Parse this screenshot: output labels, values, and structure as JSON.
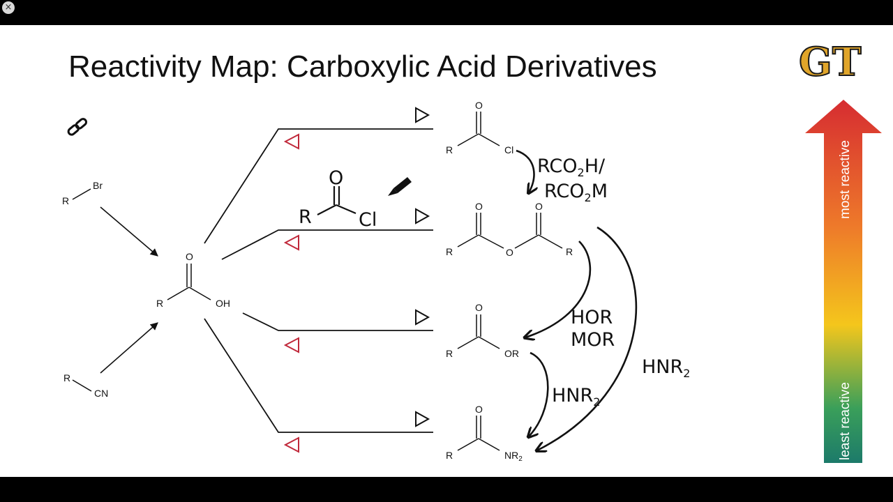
{
  "window": {
    "close_glyph": "×"
  },
  "slide": {
    "title": "Reactivity Map: Carboxylic Acid Derivatives",
    "logo": "GT",
    "reactivity_bar": {
      "top_label": "most reactive",
      "bottom_label": "least reactive",
      "colors": [
        "#d62c31",
        "#ee7a2a",
        "#f4c61c",
        "#3a9f5a",
        "#1c7a6a"
      ]
    },
    "left_structures": {
      "alkyl_bromide": {
        "r": "R",
        "x": "Br"
      },
      "carboxylic_acid": {
        "o": "O",
        "r": "R",
        "oh": "OH"
      },
      "nitrile": {
        "r": "R",
        "cn": "CN"
      }
    },
    "derivatives": [
      {
        "name": "acid chloride",
        "o": "O",
        "r": "R",
        "x": "Cl"
      },
      {
        "name": "anhydride",
        "o1": "O",
        "o2": "O",
        "r1": "R",
        "bridge": "O",
        "r2": "R"
      },
      {
        "name": "ester",
        "o": "O",
        "r": "R",
        "x": "OR"
      },
      {
        "name": "amide",
        "o": "O",
        "r": "R",
        "x": "NR",
        "sub": "2"
      }
    ],
    "handwritten": {
      "acid_chloride": {
        "o": "O",
        "r": "R",
        "cl": "Cl"
      },
      "rxn1_line1": "RCO",
      "rxn1_line1_sub": "2",
      "rxn1_line1_end": "H/",
      "rxn1_line2": "RCO",
      "rxn1_line2_sub": "2",
      "rxn1_line2_end": "M",
      "rxn2_line1": "HOR",
      "rxn2_line2": "MOR",
      "rxn3": "HNR",
      "rxn3_sub": "2",
      "rxn4": "HNR",
      "rxn4_sub": "2"
    },
    "icons": [
      "link-icon",
      "pencil-icon",
      "forward-triangle-icon",
      "reverse-triangle-icon"
    ]
  }
}
